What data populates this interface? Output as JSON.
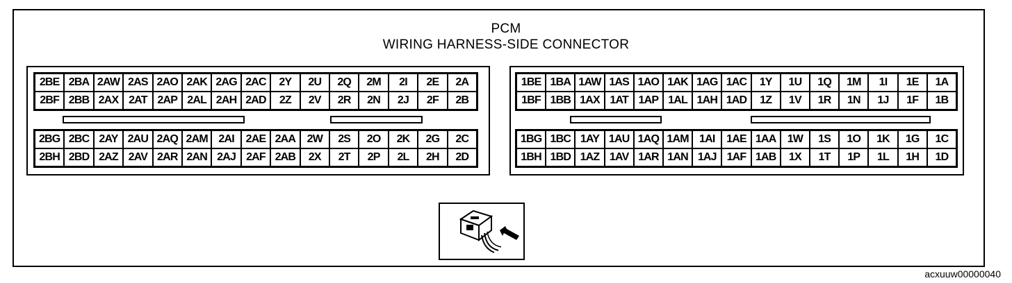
{
  "title": "PCM",
  "subtitle": "WIRING HARNESS-SIDE CONNECTOR",
  "figure_code": "acxuuw00000040",
  "icon": "harness-connector-insert-icon",
  "connector2": {
    "top": [
      [
        "2BE",
        "2BA",
        "2AW",
        "2AS",
        "2AO",
        "2AK",
        "2AG",
        "2AC",
        "2Y",
        "2U",
        "2Q",
        "2M",
        "2I",
        "2E",
        "2A"
      ],
      [
        "2BF",
        "2BB",
        "2AX",
        "2AT",
        "2AP",
        "2AL",
        "2AH",
        "2AD",
        "2Z",
        "2V",
        "2R",
        "2N",
        "2J",
        "2F",
        "2B"
      ]
    ],
    "bottom": [
      [
        "2BG",
        "2BC",
        "2AY",
        "2AU",
        "2AQ",
        "2AM",
        "2AI",
        "2AE",
        "2AA",
        "2W",
        "2S",
        "2O",
        "2K",
        "2G",
        "2C"
      ],
      [
        "2BH",
        "2BD",
        "2AZ",
        "2AV",
        "2AR",
        "2AN",
        "2AJ",
        "2AF",
        "2AB",
        "2X",
        "2T",
        "2P",
        "2L",
        "2H",
        "2D"
      ]
    ]
  },
  "connector1": {
    "top": [
      [
        "1BE",
        "1BA",
        "1AW",
        "1AS",
        "1AO",
        "1AK",
        "1AG",
        "1AC",
        "1Y",
        "1U",
        "1Q",
        "1M",
        "1I",
        "1E",
        "1A"
      ],
      [
        "1BF",
        "1BB",
        "1AX",
        "1AT",
        "1AP",
        "1AL",
        "1AH",
        "1AD",
        "1Z",
        "1V",
        "1R",
        "1N",
        "1J",
        "1F",
        "1B"
      ]
    ],
    "bottom": [
      [
        "1BG",
        "1BC",
        "1AY",
        "1AU",
        "1AQ",
        "1AM",
        "1AI",
        "1AE",
        "1AA",
        "1W",
        "1S",
        "1O",
        "1K",
        "1G",
        "1C"
      ],
      [
        "1BH",
        "1BD",
        "1AZ",
        "1AV",
        "1AR",
        "1AN",
        "1AJ",
        "1AF",
        "1AB",
        "1X",
        "1T",
        "1P",
        "1L",
        "1H",
        "1D"
      ]
    ]
  }
}
